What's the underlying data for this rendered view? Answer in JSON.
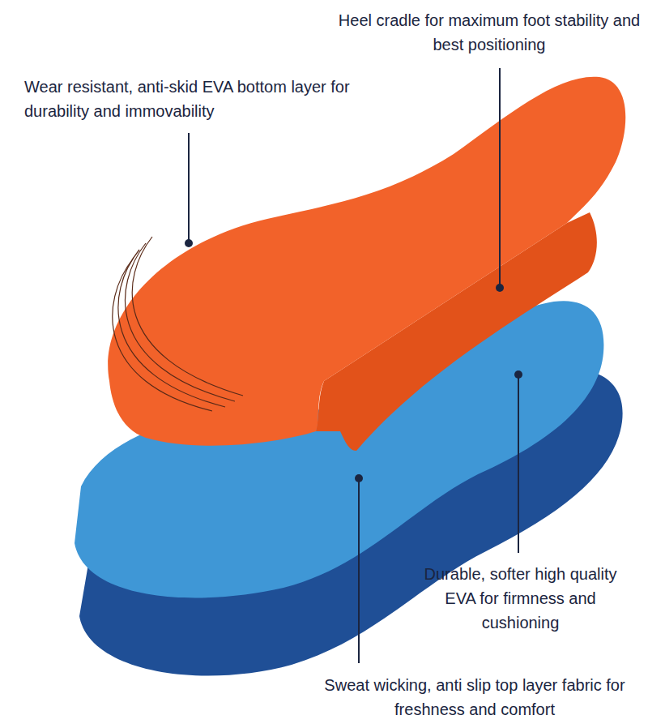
{
  "diagram": {
    "labels": [
      "Heel cradle for maximum foot stability and best positioning",
      "Wear resistant, anti-skid EVA bottom layer for durability and immovability",
      "Durable, softer high quality EVA for firmness and cushioning",
      "Sweat wicking, anti slip top layer fabric for freshness and comfort"
    ]
  }
}
